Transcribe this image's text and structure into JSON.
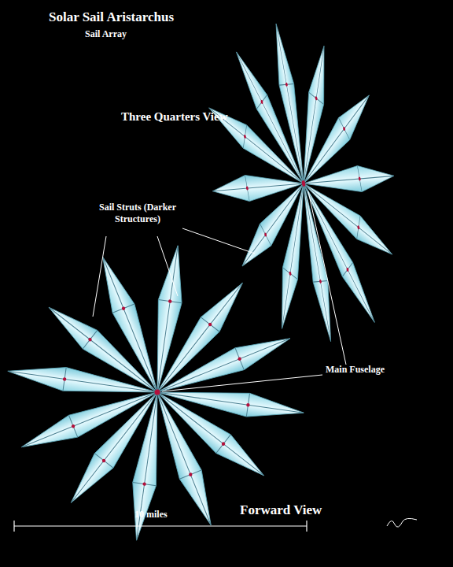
{
  "diagram": {
    "title": "Solar Sail Aristarchus",
    "labels": [
      "Sail Array",
      "Three Quarters View",
      "Sail Struts (Darker Structures)",
      "Main Fuselage",
      "Forward View",
      "10 miles"
    ]
  }
}
